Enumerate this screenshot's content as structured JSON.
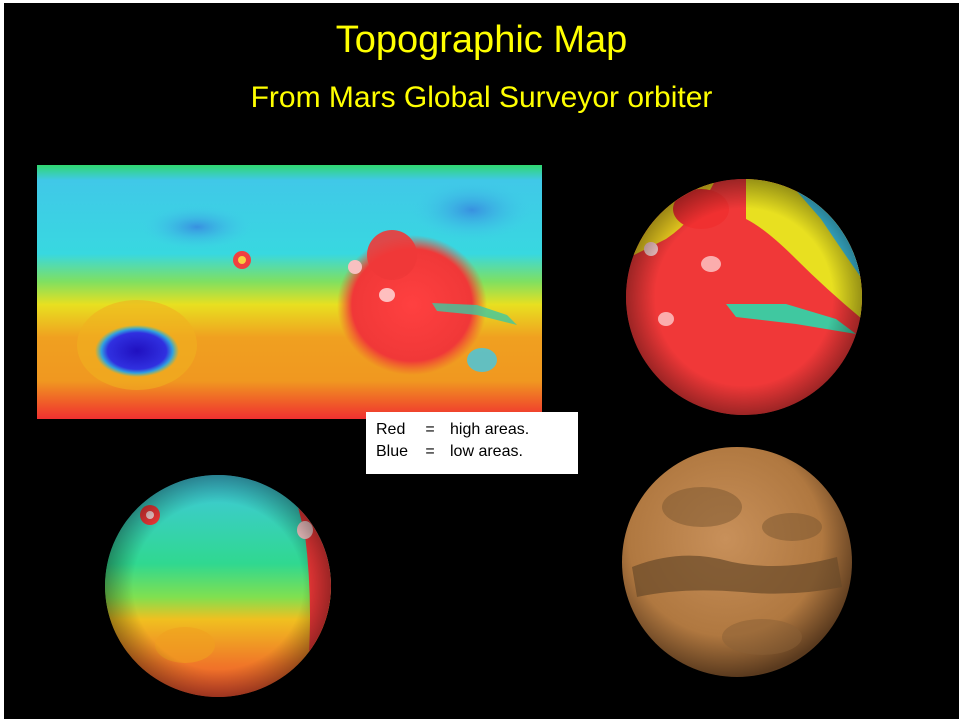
{
  "slide": {
    "title": "Topographic Map",
    "subtitle": "From Mars Global Surveyor orbiter"
  },
  "legend": {
    "rows": [
      {
        "key": "Red",
        "eq": "=",
        "desc": "high areas."
      },
      {
        "key": "Blue",
        "eq": "=",
        "desc": "low areas."
      }
    ]
  },
  "images": {
    "map": "mars-topographic-map-icon",
    "globe_top_right": "mars-topographic-globe-tharsis-icon",
    "globe_bottom_left": "mars-topographic-globe-northern-lowlands-icon",
    "globe_bottom_right": "mars-true-color-globe-icon"
  },
  "colors": {
    "background": "#000000",
    "title": "#ffff00",
    "legend_bg": "#ffffff",
    "legend_text": "#000000"
  }
}
